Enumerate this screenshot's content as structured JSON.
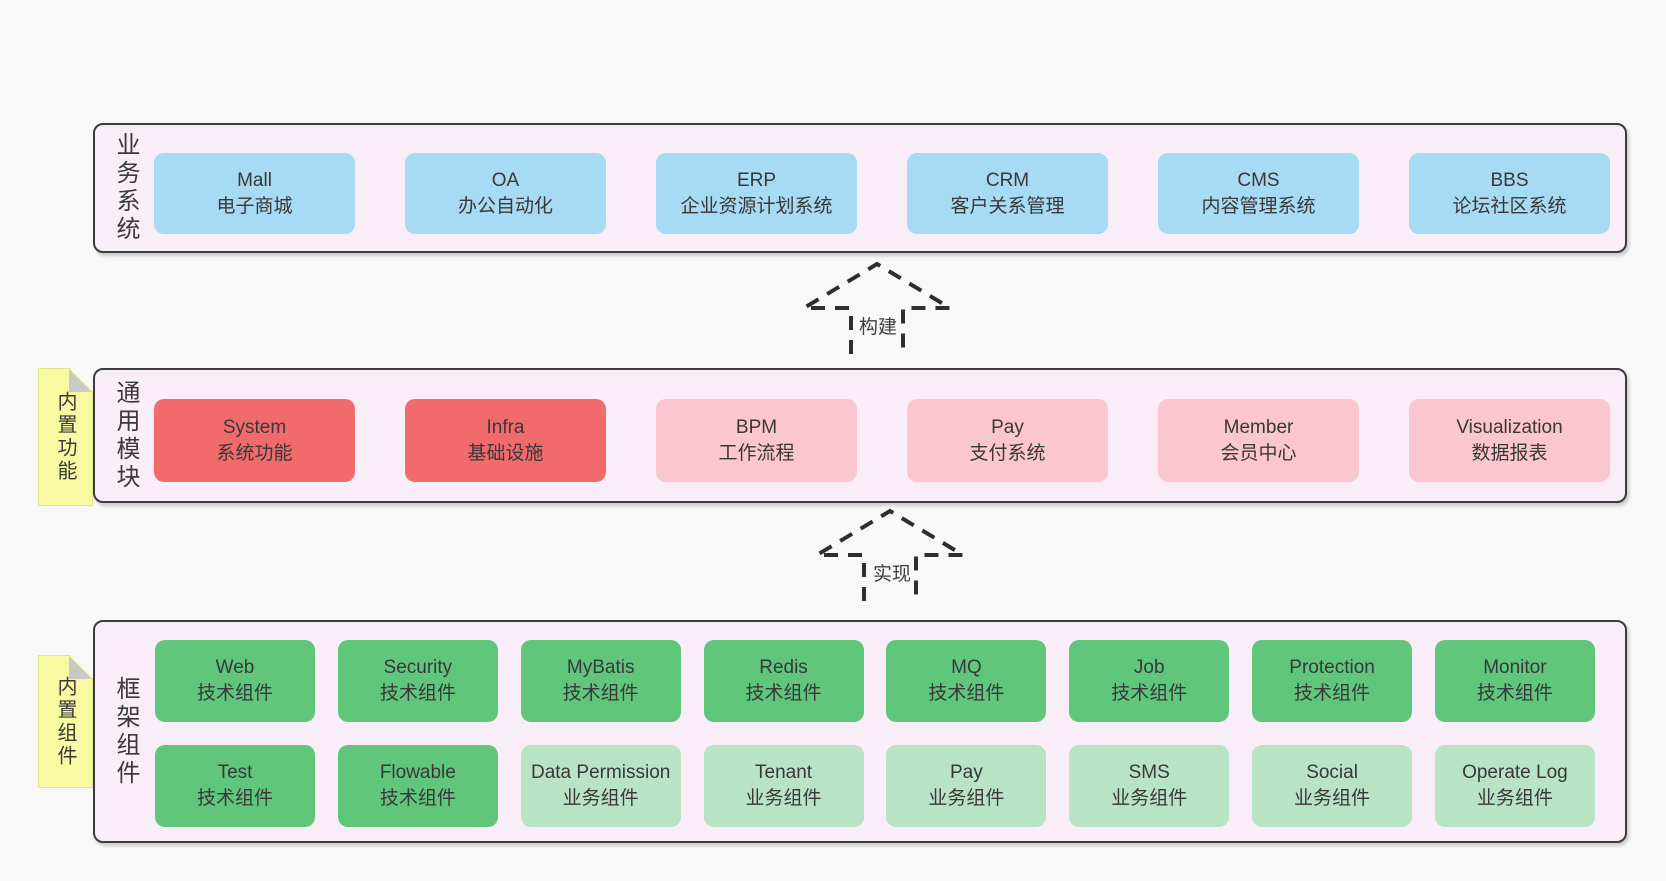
{
  "colors": {
    "page_bg": "#f8f8f8",
    "band_bg": "#f9eef8",
    "border": "#3c3c3c",
    "blue": "#a7daf3",
    "red": "#f16b6c",
    "pink": "#fbc6cf",
    "green": "#5fc67c",
    "light_green": "#b9e3c5",
    "tag_yellow": "#f9f9a1",
    "fold_gray": "#c9c9c9"
  },
  "bands": [
    {
      "id": "business",
      "label": "业务系统",
      "items": [
        {
          "name": "Mall",
          "desc": "电子商城",
          "type": "blue"
        },
        {
          "name": "OA",
          "desc": "办公自动化",
          "type": "blue"
        },
        {
          "name": "ERP",
          "desc": "企业资源计划系统",
          "type": "blue"
        },
        {
          "name": "CRM",
          "desc": "客户关系管理",
          "type": "blue"
        },
        {
          "name": "CMS",
          "desc": "内容管理系统",
          "type": "blue"
        },
        {
          "name": "BBS",
          "desc": "论坛社区系统",
          "type": "blue"
        }
      ]
    },
    {
      "id": "modules",
      "label": "通用模块",
      "tag": "内置功能",
      "items": [
        {
          "name": "System",
          "desc": "系统功能",
          "type": "red"
        },
        {
          "name": "Infra",
          "desc": "基础设施",
          "type": "red"
        },
        {
          "name": "BPM",
          "desc": "工作流程",
          "type": "pink"
        },
        {
          "name": "Pay",
          "desc": "支付系统",
          "type": "pink"
        },
        {
          "name": "Member",
          "desc": "会员中心",
          "type": "pink"
        },
        {
          "name": "Visualization",
          "desc": "数据报表",
          "type": "pink"
        }
      ]
    },
    {
      "id": "framework",
      "label": "框架组件",
      "tag": "内置组件",
      "rows": [
        [
          {
            "name": "Web",
            "desc": "技术组件",
            "type": "green"
          },
          {
            "name": "Security",
            "desc": "技术组件",
            "type": "green"
          },
          {
            "name": "MyBatis",
            "desc": "技术组件",
            "type": "green"
          },
          {
            "name": "Redis",
            "desc": "技术组件",
            "type": "green"
          },
          {
            "name": "MQ",
            "desc": "技术组件",
            "type": "green"
          },
          {
            "name": "Job",
            "desc": "技术组件",
            "type": "green"
          },
          {
            "name": "Protection",
            "desc": "技术组件",
            "type": "green"
          },
          {
            "name": "Monitor",
            "desc": "技术组件",
            "type": "green"
          }
        ],
        [
          {
            "name": "Test",
            "desc": "技术组件",
            "type": "green"
          },
          {
            "name": "Flowable",
            "desc": "技术组件",
            "type": "green"
          },
          {
            "name": "Data Permission",
            "desc": "业务组件",
            "type": "lightgreen"
          },
          {
            "name": "Tenant",
            "desc": "业务组件",
            "type": "lightgreen"
          },
          {
            "name": "Pay",
            "desc": "业务组件",
            "type": "lightgreen"
          },
          {
            "name": "SMS",
            "desc": "业务组件",
            "type": "lightgreen"
          },
          {
            "name": "Social",
            "desc": "业务组件",
            "type": "lightgreen"
          },
          {
            "name": "Operate Log",
            "desc": "业务组件",
            "type": "lightgreen"
          }
        ]
      ]
    }
  ],
  "arrows": [
    {
      "label": "构建"
    },
    {
      "label": "实现"
    }
  ]
}
